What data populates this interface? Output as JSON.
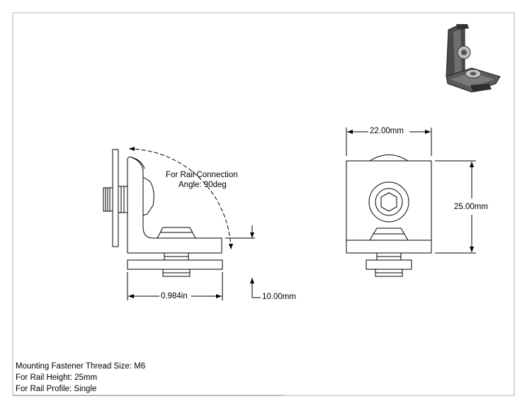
{
  "dimensions": {
    "width_top": "22.00mm",
    "height_right": "25.00mm",
    "width_bottom": "0.984in",
    "offset": "10.00mm"
  },
  "annotation": {
    "line1": "For Rail Connection",
    "line2": "Angle: 90deg"
  },
  "notes": [
    "Mounting Fastener Thread Size: M6",
    "For Rail Height: 25mm",
    "For Rail Profile: Single"
  ],
  "colors": {
    "line": "#000000",
    "part_dark": "#3a3a3a",
    "part_light": "#c8c8c8"
  }
}
